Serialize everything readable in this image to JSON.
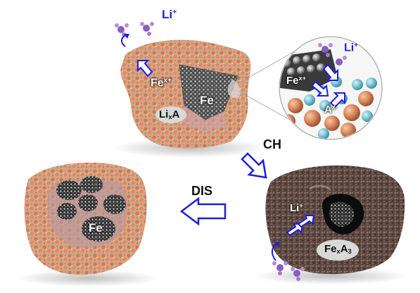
{
  "labels": {
    "li_top": {
      "main": "Li",
      "sup": "+"
    },
    "fe_ion_top": {
      "main": "Fe",
      "sup": "x+"
    },
    "fe_top": "Fe",
    "lixa": {
      "main": "Li",
      "sub": "x",
      "rest": "A"
    },
    "zoom_li": {
      "main": "Li",
      "sup": "+"
    },
    "zoom_fe_ion": {
      "main": "Fe",
      "sup": "x+"
    },
    "zoom_anion": {
      "main": "A",
      "sup": "x-"
    },
    "ch": "CH",
    "dis": "DIS",
    "fe_left": "Fe",
    "li_right": {
      "main": "Li",
      "sup": "+"
    },
    "fexa3": {
      "main": "Fe",
      "sub": "x",
      "rest": "A",
      "sub2": "3"
    }
  },
  "colors": {
    "salt_orange": "#d98a63",
    "cyan_bead": "#4ab4c6",
    "dark_crust": "#5a463f",
    "crystal_grey": "#6b6b6b",
    "arrow_blue": "#1e1ee0",
    "lithium_purple": "#9c6ad0"
  }
}
